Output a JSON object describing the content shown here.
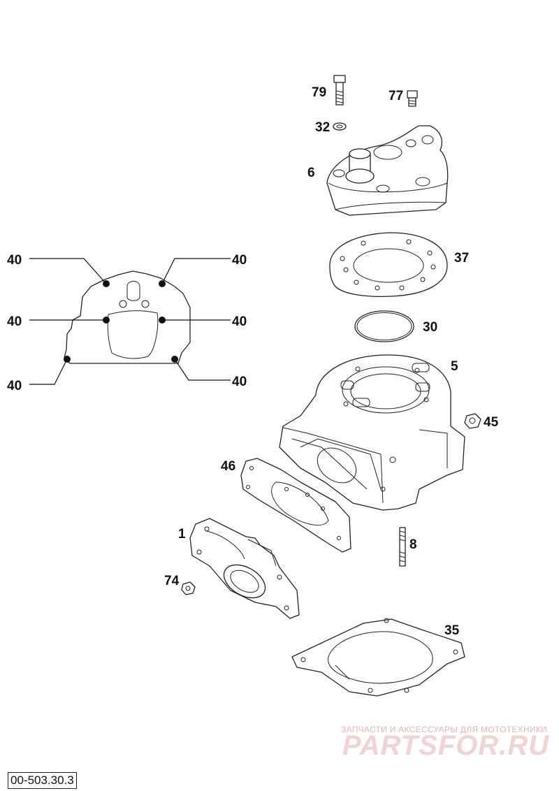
{
  "labels": {
    "screw_79": "79",
    "screw_77": "77",
    "washer_32": "32",
    "cylinder_head_6": "6",
    "head_gasket_37": "37",
    "o_ring_30": "30",
    "cylinder_5": "5",
    "nut_45": "45",
    "gasket_46": "46",
    "reed_housing_1": "1",
    "stud_8": "8",
    "nut_74": "74",
    "base_gasket_35": "35",
    "gasket_positions_40": [
      "40",
      "40",
      "40",
      "40",
      "40",
      "40"
    ]
  },
  "watermark": {
    "top_text": "ЗАПЧАСТИ И АКСЕССУАРЫ ДЛЯ МОТОТЕХНИКИ",
    "logo_text": "PARTSFOR.RU"
  },
  "drawing_number": "00-503.30.3",
  "colors": {
    "ink": "#222222",
    "watermark": "#f2d3d3"
  }
}
